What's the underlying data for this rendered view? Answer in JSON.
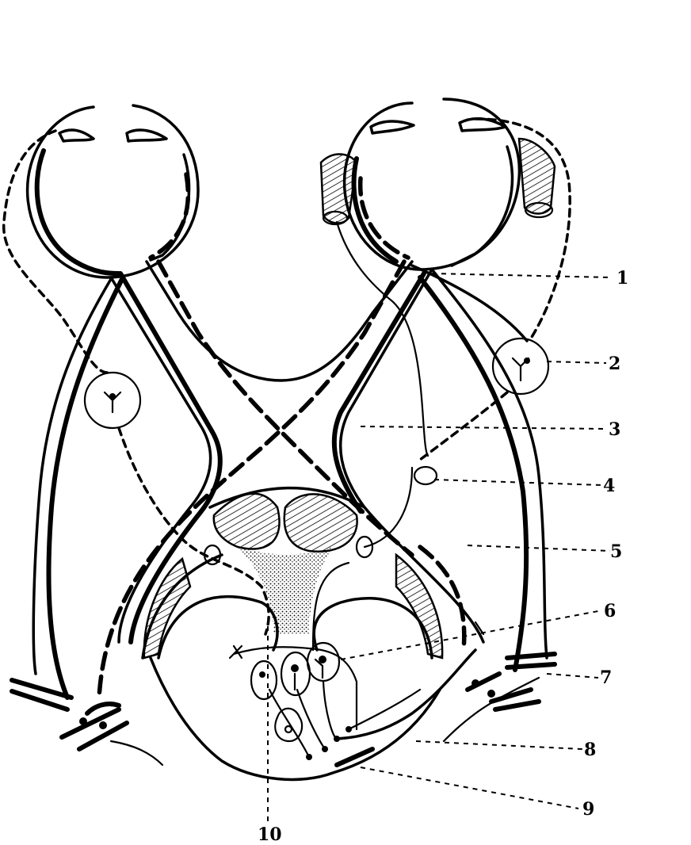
{
  "figure": {
    "labels": [
      {
        "id": "label-1",
        "text": "1"
      },
      {
        "id": "label-2",
        "text": "2"
      },
      {
        "id": "label-3",
        "text": "3"
      },
      {
        "id": "label-4",
        "text": "4"
      },
      {
        "id": "label-5",
        "text": "5"
      },
      {
        "id": "label-6",
        "text": "6"
      },
      {
        "id": "label-7",
        "text": "7"
      },
      {
        "id": "label-8",
        "text": "8"
      },
      {
        "id": "label-9",
        "text": "9"
      },
      {
        "id": "label-10",
        "text": "10"
      }
    ]
  }
}
